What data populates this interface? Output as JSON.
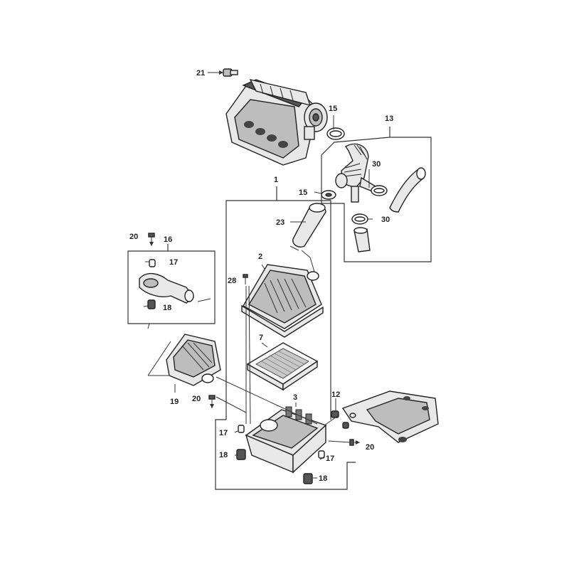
{
  "diagram": {
    "labels": {
      "l21": "21",
      "l15a": "15",
      "l13": "13",
      "l1": "1",
      "l30a": "30",
      "l15b": "15",
      "l23": "23",
      "l30b": "30",
      "l20a": "20",
      "l16": "16",
      "l17a": "17",
      "l2": "2",
      "l28": "28",
      "l18a": "18",
      "l7": "7",
      "l3": "3",
      "l12": "12",
      "l20b": "20",
      "l19": "19",
      "l17b": "17",
      "l18b": "18",
      "l20c": "20",
      "l17c": "17",
      "l18c": "18"
    }
  }
}
